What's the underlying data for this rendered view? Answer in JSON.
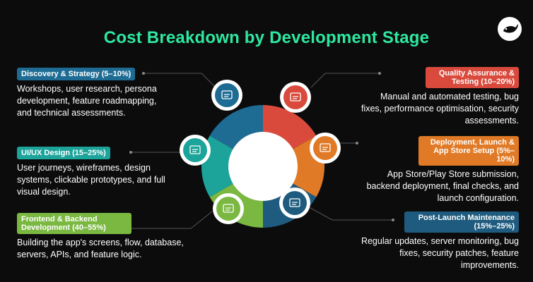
{
  "title": "Cost Breakdown by Development Stage",
  "colors": {
    "background": "#0c0c0d",
    "title": "#2ee8a0",
    "center": "#ffffff"
  },
  "stages": [
    {
      "label": "Discovery & Strategy (5–10%)",
      "description": "Workshops, user research, persona development, feature roadmapping, and technical assessments.",
      "color": "#1e6c94",
      "icon": "presentation-board-icon"
    },
    {
      "label": "UI/UX Design (15–25%)",
      "description": "User journeys, wireframes, design systems, clickable prototypes, and full visual design.",
      "color": "#1ca39a",
      "icon": "mobile-wireframe-icon"
    },
    {
      "label": "Frontend & Backend Development (40–55%)",
      "description": "Building the app's screens, flow, database, servers, APIs, and feature logic.",
      "color": "#7ab841",
      "icon": "code-window-icon"
    },
    {
      "label": "Quality Assurance & Testing (10–20%)",
      "description": "Manual and automated testing, bug fixes, performance optimisation, security assessments.",
      "color": "#d94a3d",
      "icon": "checklist-icon"
    },
    {
      "label": "Deployment, Launch & App Store Setup (5%–10%)",
      "description": "App Store/Play Store submission, backend deployment, final checks, and launch configuration.",
      "color": "#e07a26",
      "icon": "rocket-launch-icon"
    },
    {
      "label": "Post-Launch Maintenance (15%–25%)",
      "description": "Regular updates, server monitoring, bug fixes, security patches, feature improvements.",
      "color": "#1e5b7e",
      "icon": "gear-maintenance-icon"
    }
  ]
}
